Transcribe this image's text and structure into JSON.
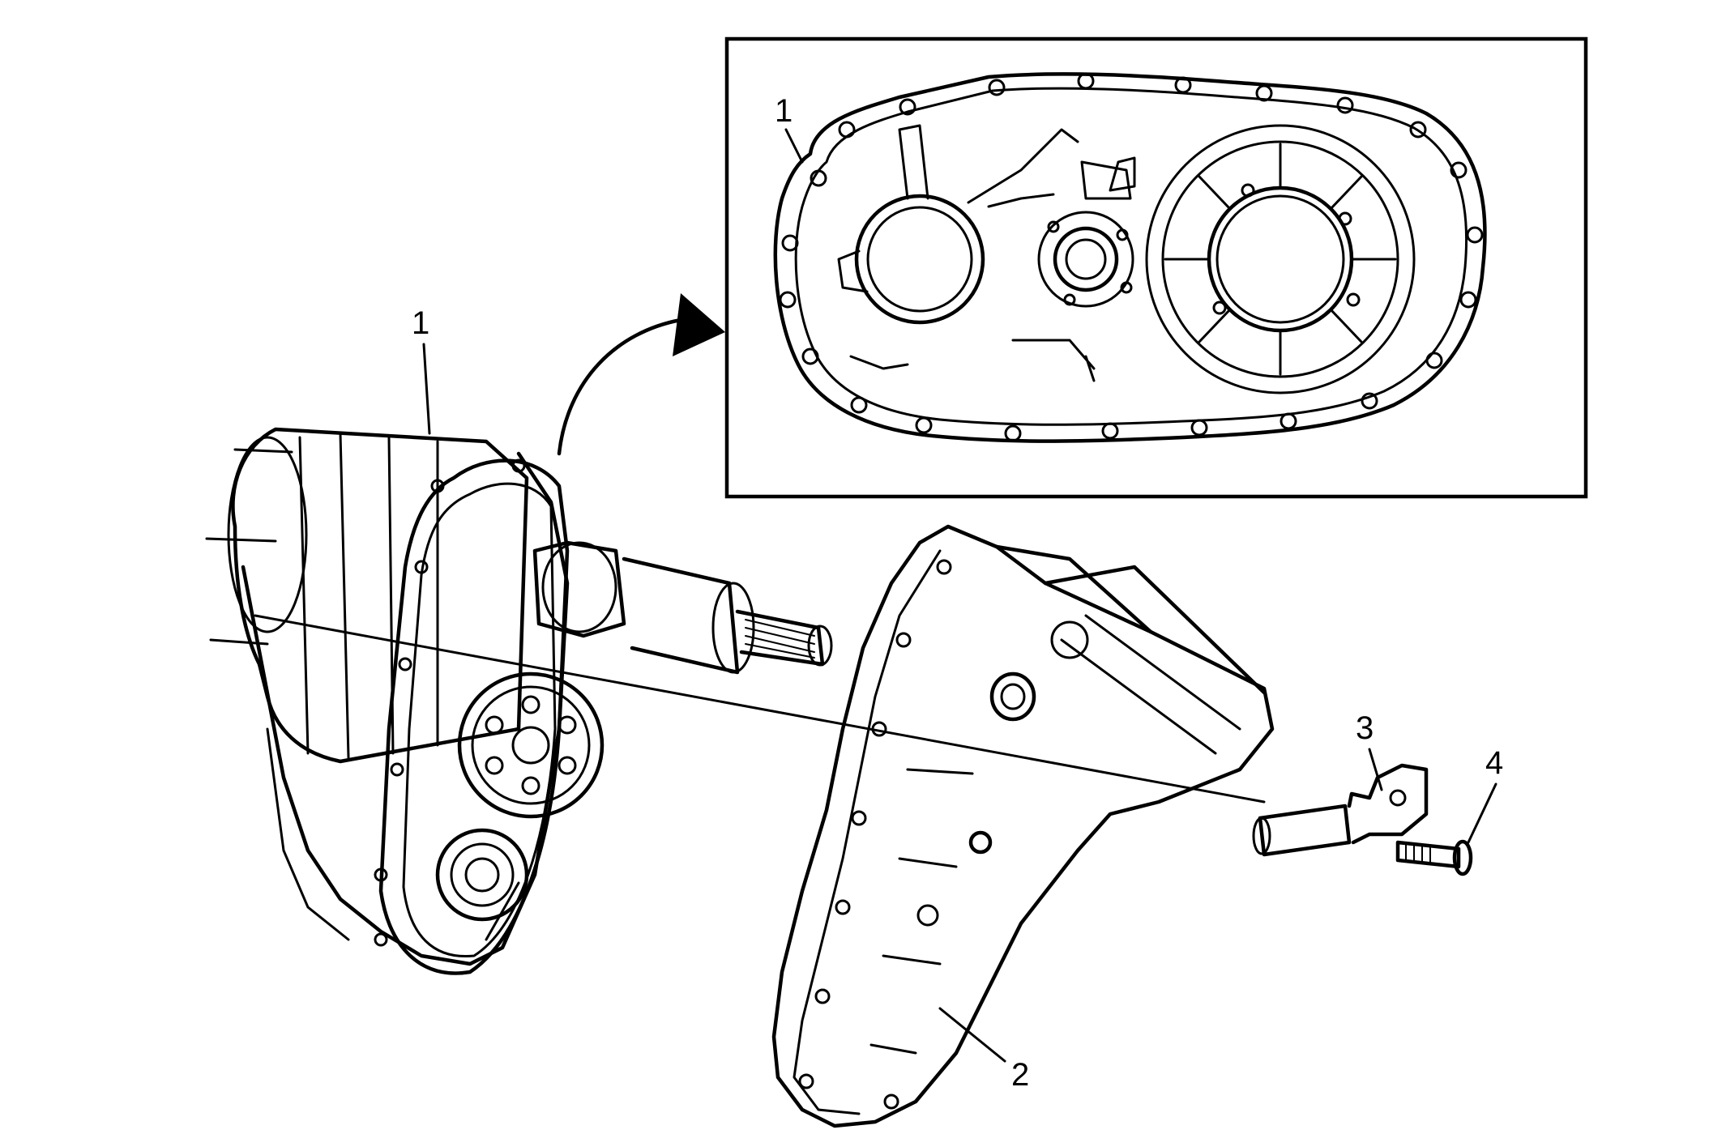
{
  "callouts": {
    "inset_case_half": "1",
    "case_assembly": "1",
    "rear_case_half": "2",
    "bracket": "3",
    "bolt": "4"
  }
}
